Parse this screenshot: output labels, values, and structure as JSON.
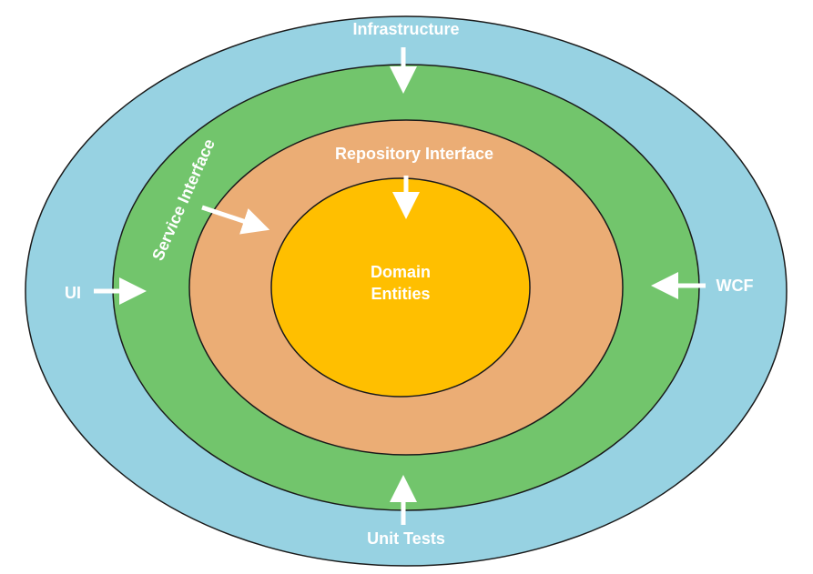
{
  "diagram": {
    "rings": [
      {
        "name": "outer-ring",
        "color": "#97d2e2"
      },
      {
        "name": "service-ring",
        "color": "#72c56c"
      },
      {
        "name": "repository-ring",
        "color": "#ebad75"
      },
      {
        "name": "core",
        "color": "#ffbf00"
      }
    ],
    "labels": {
      "infrastructure": "Infrastructure",
      "repository_interface": "Repository Interface",
      "service_interface": "Service Interface",
      "domain_line1": "Domain",
      "domain_line2": "Entities",
      "ui": "UI",
      "wcf": "WCF",
      "unit_tests": "Unit Tests"
    },
    "arrow_color": "#ffffff"
  }
}
